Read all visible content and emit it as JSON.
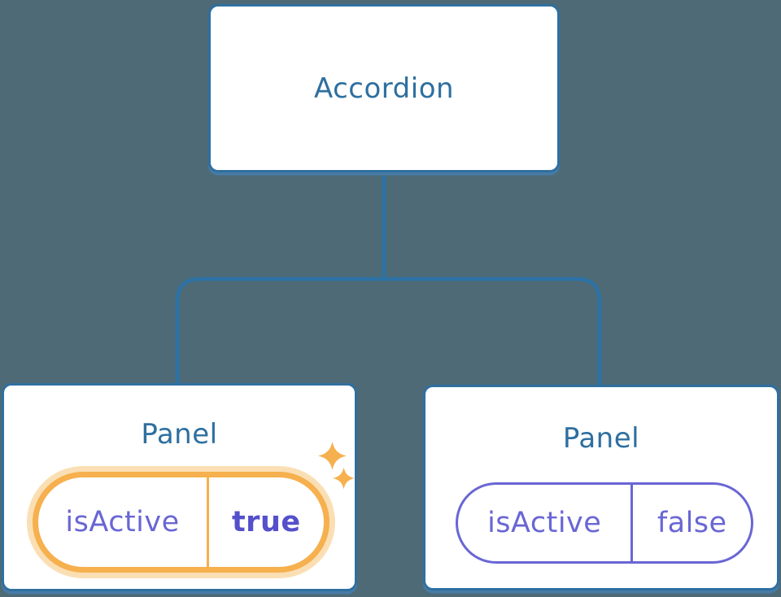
{
  "colors": {
    "canvas-bg": "#4D6A76",
    "node-bg": "#FFFFFF",
    "node-border": "#2F6FA0",
    "node-shadow": "#477BA6",
    "title-text": "#2E6F9F",
    "connector": "#2B72A6",
    "prop-text": "#6966D4",
    "prop-value-active": "#5450CB",
    "highlight-orange": "#F6B04E",
    "highlight-glow": "#FBDFB4"
  },
  "diagram": {
    "root": {
      "label": "Accordion"
    },
    "panels": [
      {
        "label": "Panel",
        "prop_name": "isActive",
        "prop_value": "true",
        "active": true
      },
      {
        "label": "Panel",
        "prop_name": "isActive",
        "prop_value": "false",
        "active": false
      }
    ]
  }
}
